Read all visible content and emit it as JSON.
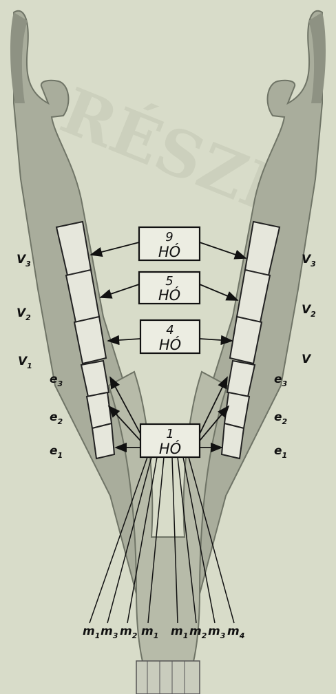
{
  "age_boxes": [
    {
      "line1": "9",
      "line2": "HÓ"
    },
    {
      "line1": "5",
      "line2": "HÓ"
    },
    {
      "line1": "4",
      "line2": "HÓ"
    },
    {
      "line1": "1",
      "line2": "HÓ"
    }
  ],
  "left_labels": {
    "v3_main": "V",
    "v3_sub": "3",
    "v2_main": "V",
    "v2_sub": "2",
    "v1_main": "V",
    "v1_sub": "1",
    "e3_main": "e",
    "e3_sub": "3",
    "e2_main": "e",
    "e2_sub": "2",
    "e1_main": "e",
    "e1_sub": "1"
  },
  "right_labels": {
    "v3_main": "V",
    "v3_sub": "3",
    "v2_main": "V",
    "v2_sub": "2",
    "v_plain": "V",
    "e3_main": "e",
    "e3_sub": "3",
    "e2_main": "e",
    "e2_sub": "2",
    "e1_main": "e",
    "e1_sub": "1"
  },
  "bottom_labels": [
    {
      "main": "m",
      "sub": "1"
    },
    {
      "main": "m",
      "sub": "3"
    },
    {
      "main": "m",
      "sub": "2"
    },
    {
      "main": "m",
      "sub": "1"
    },
    {
      "main": "m",
      "sub": "1"
    },
    {
      "main": "m",
      "sub": "2"
    },
    {
      "main": "m",
      "sub": "3"
    },
    {
      "main": "m",
      "sub": "4"
    }
  ],
  "watermark": "RÉSZE",
  "colors": {
    "background": "#d8dcc9",
    "bone": "#a9ad9c",
    "bone_dark": "#6f7466",
    "ink": "#111111",
    "box_fill": "#ecede2"
  }
}
